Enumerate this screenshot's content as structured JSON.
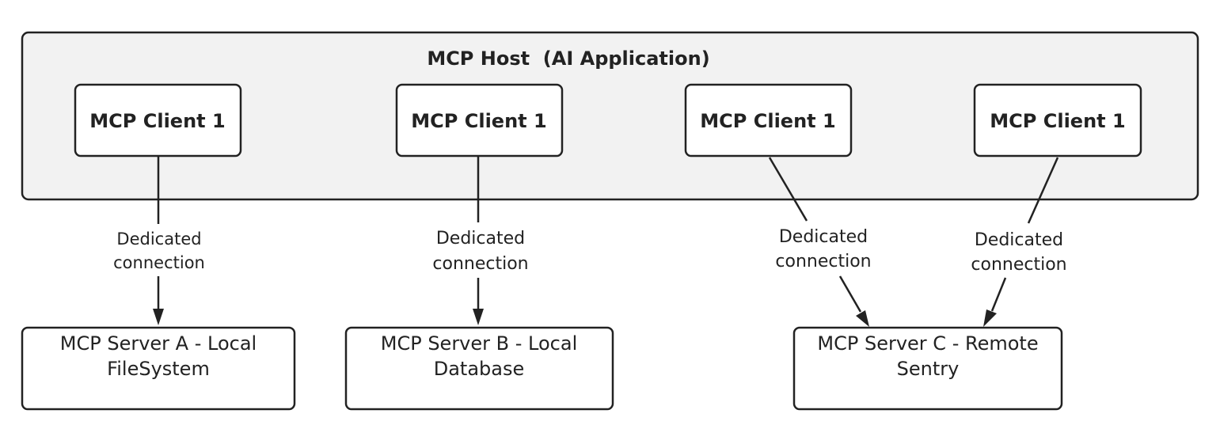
{
  "host": {
    "title": "MCP Host  (AI Application)"
  },
  "clients": [
    {
      "label": "MCP Client 1"
    },
    {
      "label": "MCP Client 1"
    },
    {
      "label": "MCP Client 1"
    },
    {
      "label": "MCP Client 1"
    }
  ],
  "servers": [
    {
      "line1": "MCP Server A - Local",
      "line2": "FileSystem"
    },
    {
      "line1": "MCP Server B - Local",
      "line2": "Database"
    },
    {
      "line1": "MCP Server C - Remote",
      "line2": "Sentry"
    }
  ],
  "connections": [
    {
      "line1": "Dedicated",
      "line2": "connection"
    },
    {
      "line1": "Dedicated",
      "line2": "connection"
    },
    {
      "line1": "Dedicated",
      "line2": "connection"
    },
    {
      "line1": "Dedicated",
      "line2": "connection"
    }
  ],
  "colors": {
    "stroke": "#222222",
    "host_fill": "#f2f2f2",
    "box_fill": "#ffffff"
  }
}
